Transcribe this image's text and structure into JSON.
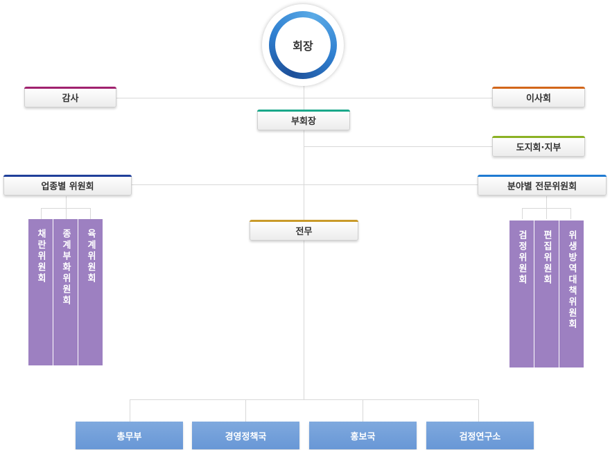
{
  "top": {
    "label": "회장"
  },
  "audit": {
    "label": "감사",
    "color": "#a0226e"
  },
  "board": {
    "label": "이사회",
    "color": "#d2661a"
  },
  "vice": {
    "label": "부회장",
    "color": "#1aa88a"
  },
  "province": {
    "label": "도지회·지부",
    "color": "#8bb123"
  },
  "industry": {
    "label": "업종별 위원회",
    "color": "#1f3f9a",
    "committees": [
      "채란위원회",
      "종계부화위원회",
      "육계위원회"
    ]
  },
  "field": {
    "label": "분야별 전문위원회",
    "color": "#1e7ad2",
    "committees": [
      "검정위원회",
      "편집위원회",
      "위생방역대책위원회"
    ]
  },
  "executive": {
    "label": "전무",
    "color": "#c99a2a"
  },
  "departments": [
    "총무부",
    "경영정책국",
    "홍보국",
    "검정연구소"
  ]
}
